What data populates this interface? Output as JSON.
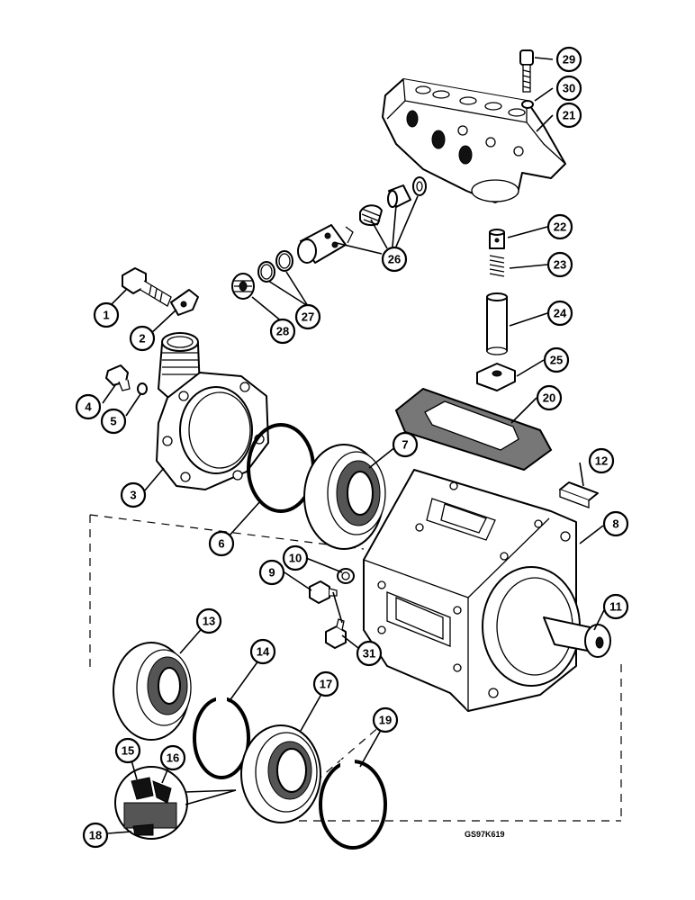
{
  "drawing_reference": "GS97K619",
  "callouts": [
    {
      "label": "1"
    },
    {
      "label": "2"
    },
    {
      "label": "3"
    },
    {
      "label": "4"
    },
    {
      "label": "5"
    },
    {
      "label": "6"
    },
    {
      "label": "7"
    },
    {
      "label": "8"
    },
    {
      "label": "9"
    },
    {
      "label": "10"
    },
    {
      "label": "11"
    },
    {
      "label": "12"
    },
    {
      "label": "13"
    },
    {
      "label": "14"
    },
    {
      "label": "15"
    },
    {
      "label": "16"
    },
    {
      "label": "17"
    },
    {
      "label": "18"
    },
    {
      "label": "19"
    },
    {
      "label": "20"
    },
    {
      "label": "21"
    },
    {
      "label": "22"
    },
    {
      "label": "23"
    },
    {
      "label": "24"
    },
    {
      "label": "25"
    },
    {
      "label": "26"
    },
    {
      "label": "27"
    },
    {
      "label": "28"
    },
    {
      "label": "29"
    },
    {
      "label": "30"
    },
    {
      "label": "31"
    }
  ]
}
